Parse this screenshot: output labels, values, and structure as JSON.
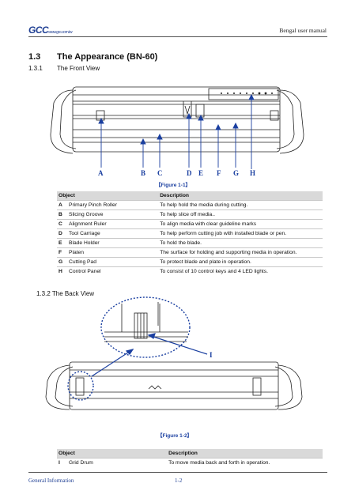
{
  "header": {
    "logo": "GCC",
    "logo_suffix": "www.gcc.com.tw",
    "manual_title": "Bengal user manual"
  },
  "section": {
    "number": "1.3",
    "title": "The Appearance (BN-60)"
  },
  "subsection_front": {
    "number": "1.3.1",
    "title": "The Front View"
  },
  "figure1": {
    "caption": "【Figure 1-1】",
    "labels": [
      "A",
      "B",
      "C",
      "D",
      "E",
      "F",
      "G",
      "H"
    ]
  },
  "table1": {
    "headers": [
      "Object",
      "Description"
    ],
    "rows": [
      {
        "key": "A",
        "object": "Primary Pinch Roller",
        "description": "To help hold the media during cutting."
      },
      {
        "key": "B",
        "object": "Slicing Groove",
        "description": "To help slice off media.."
      },
      {
        "key": "C",
        "object": "Alignment Ruler",
        "description": "To align media with clear guideline marks"
      },
      {
        "key": "D",
        "object": "Tool Carriage",
        "description": "To help perform cutting job with installed blade or pen."
      },
      {
        "key": "E",
        "object": "Blade Holder",
        "description": "To hold the blade."
      },
      {
        "key": "F",
        "object": "Platen",
        "description": "The surface for holding and supporting media in operation."
      },
      {
        "key": "G",
        "object": "Cutting Pad",
        "description": "To protect blade and plate in operation."
      },
      {
        "key": "H",
        "object": "Control Panel",
        "description": "To consist of 10 control keys and 4 LED lights."
      }
    ]
  },
  "subsection_back": {
    "title": "1.3.2 The Back View"
  },
  "figure2": {
    "caption": "【Figure 1-2】",
    "label": "I"
  },
  "table2": {
    "headers": [
      "Object",
      "Description"
    ],
    "rows": [
      {
        "key": "I",
        "object": "Grid Drum",
        "description": "To move media back and forth in operation."
      }
    ]
  },
  "footer": {
    "left": "General Information",
    "page": "1-2"
  },
  "colors": {
    "accent_blue": "#1a3fa0",
    "header_blue": "#1f3f93",
    "table_head": "#d9d9d9"
  }
}
